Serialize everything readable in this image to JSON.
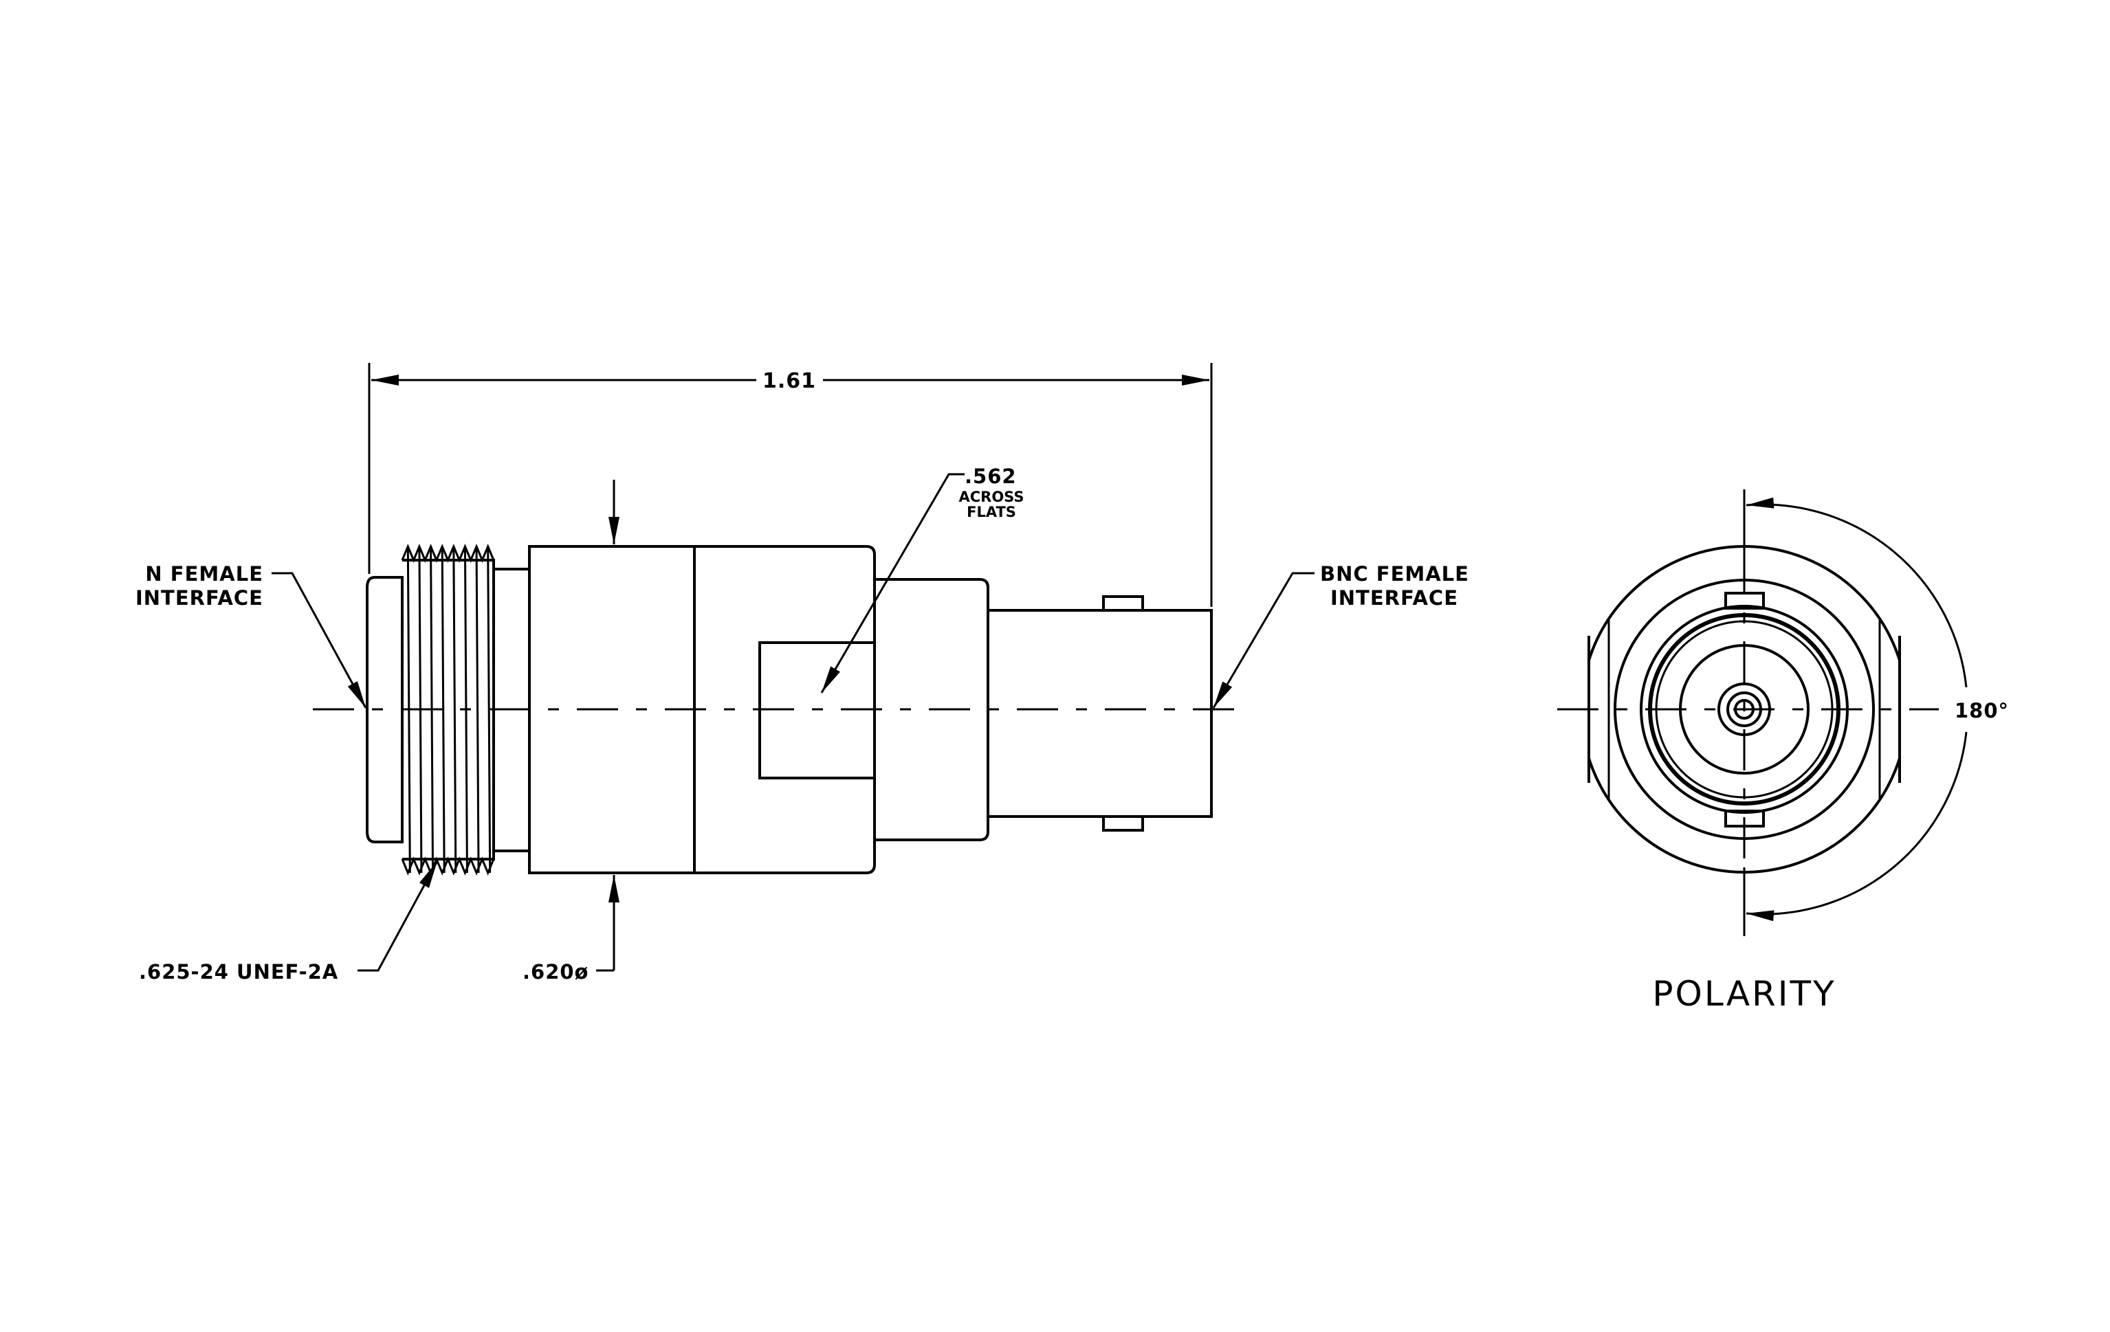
{
  "drawing": {
    "labels": {
      "overall_length": "1.61",
      "across_flats_value": ".562",
      "across_flats_line1": "ACROSS",
      "across_flats_line2": "FLATS",
      "n_female_line1": "N FEMALE",
      "n_female_line2": "INTERFACE",
      "bnc_female_line1": "BNC FEMALE",
      "bnc_female_line2": "INTERFACE",
      "thread_spec": ".625-24 UNEF-2A",
      "diameter": ".620ø",
      "angle": "180°",
      "polarity_title": "POLARITY"
    }
  }
}
